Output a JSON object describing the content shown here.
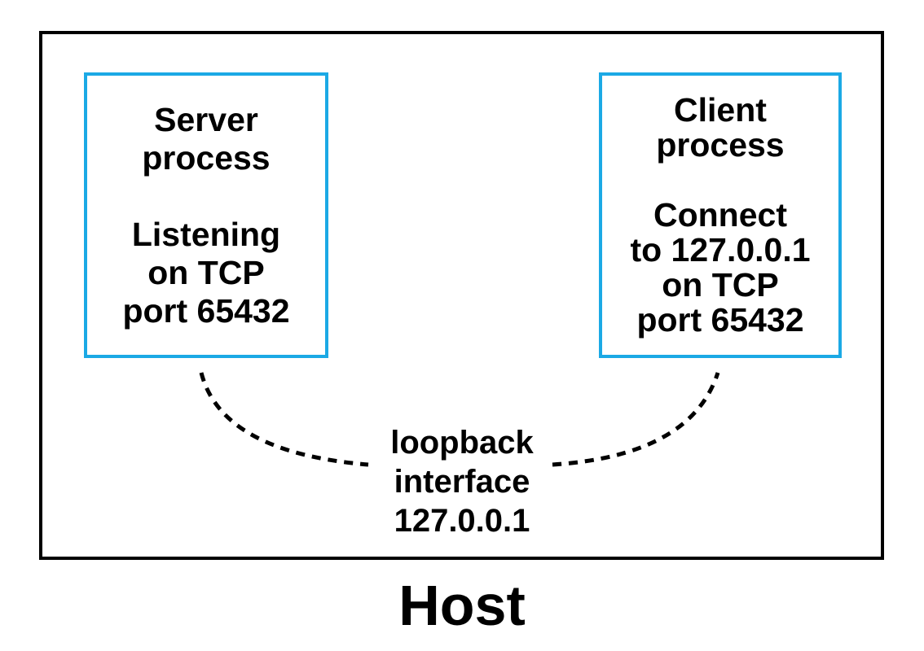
{
  "diagram": {
    "host_label": "Host",
    "server_box": {
      "text": "Server\nprocess\n\nListening\non TCP\nport 65432"
    },
    "client_box": {
      "text": "Client\nprocess\n\nConnect\nto 127.0.0.1\non TCP\nport 65432"
    },
    "loopback_label": "loopback\ninterface\n127.0.0.1",
    "colors": {
      "process_box_border": "#1BA9E5",
      "host_box_border": "#000000",
      "dashed_curve": "#000000",
      "text": "#000000",
      "background": "#FFFFFF"
    }
  }
}
